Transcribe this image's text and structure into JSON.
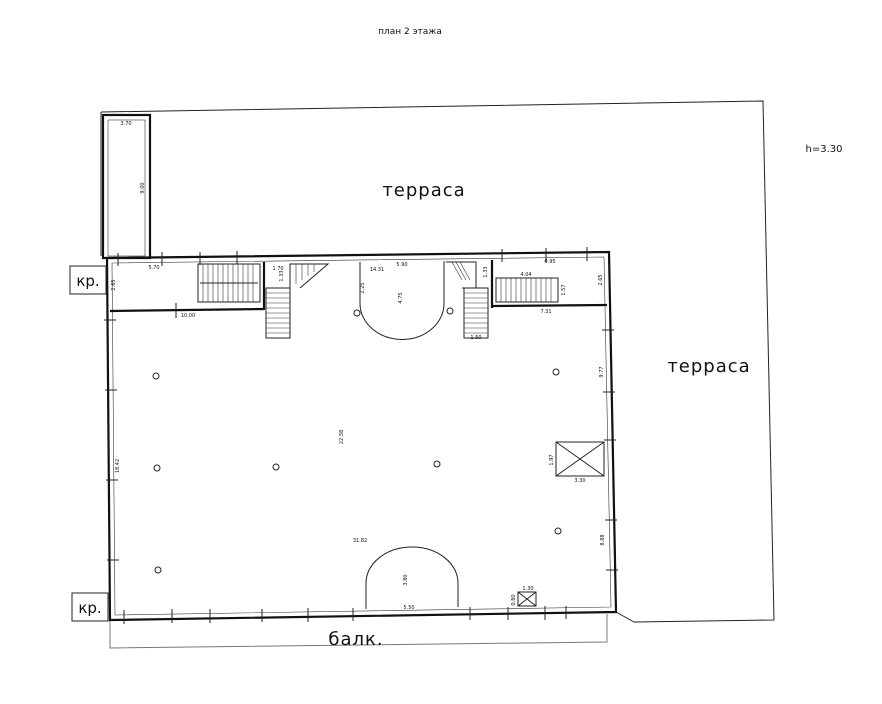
{
  "title": "план 2 этажа",
  "height_note": "h=3.30",
  "labels": {
    "terrace_top": "терраса",
    "terrace_right": "терраса",
    "balcony": "балк.",
    "porch_top": "кр.",
    "porch_bottom": "кр."
  },
  "dimensions": {
    "tower_width": "3.70",
    "tower_length": "9.00",
    "d_570": "5.70",
    "d_265_left": "2.65",
    "d_1000": "10.00",
    "d_170": "1.70",
    "d_133_left": "1.33",
    "d_1431": "14.31",
    "d_590": "5.90",
    "d_225": "2.25",
    "d_475": "4.75",
    "d_133_right": "1.33",
    "d_150": "1.50",
    "d_404": "4.04",
    "d_095": "0.95",
    "d_157": "1.57",
    "d_265_right": "2.65",
    "d_731": "7.31",
    "d_977": "9.77",
    "d_1842": "18.42",
    "d_2238": "22.38",
    "d_197": "1.97",
    "d_330": "3.30",
    "d_888": "8.88",
    "d_3182": "31.82",
    "d_380": "3.80",
    "d_550": "5.50",
    "d_130": "1.30",
    "d_080": "0.80"
  }
}
